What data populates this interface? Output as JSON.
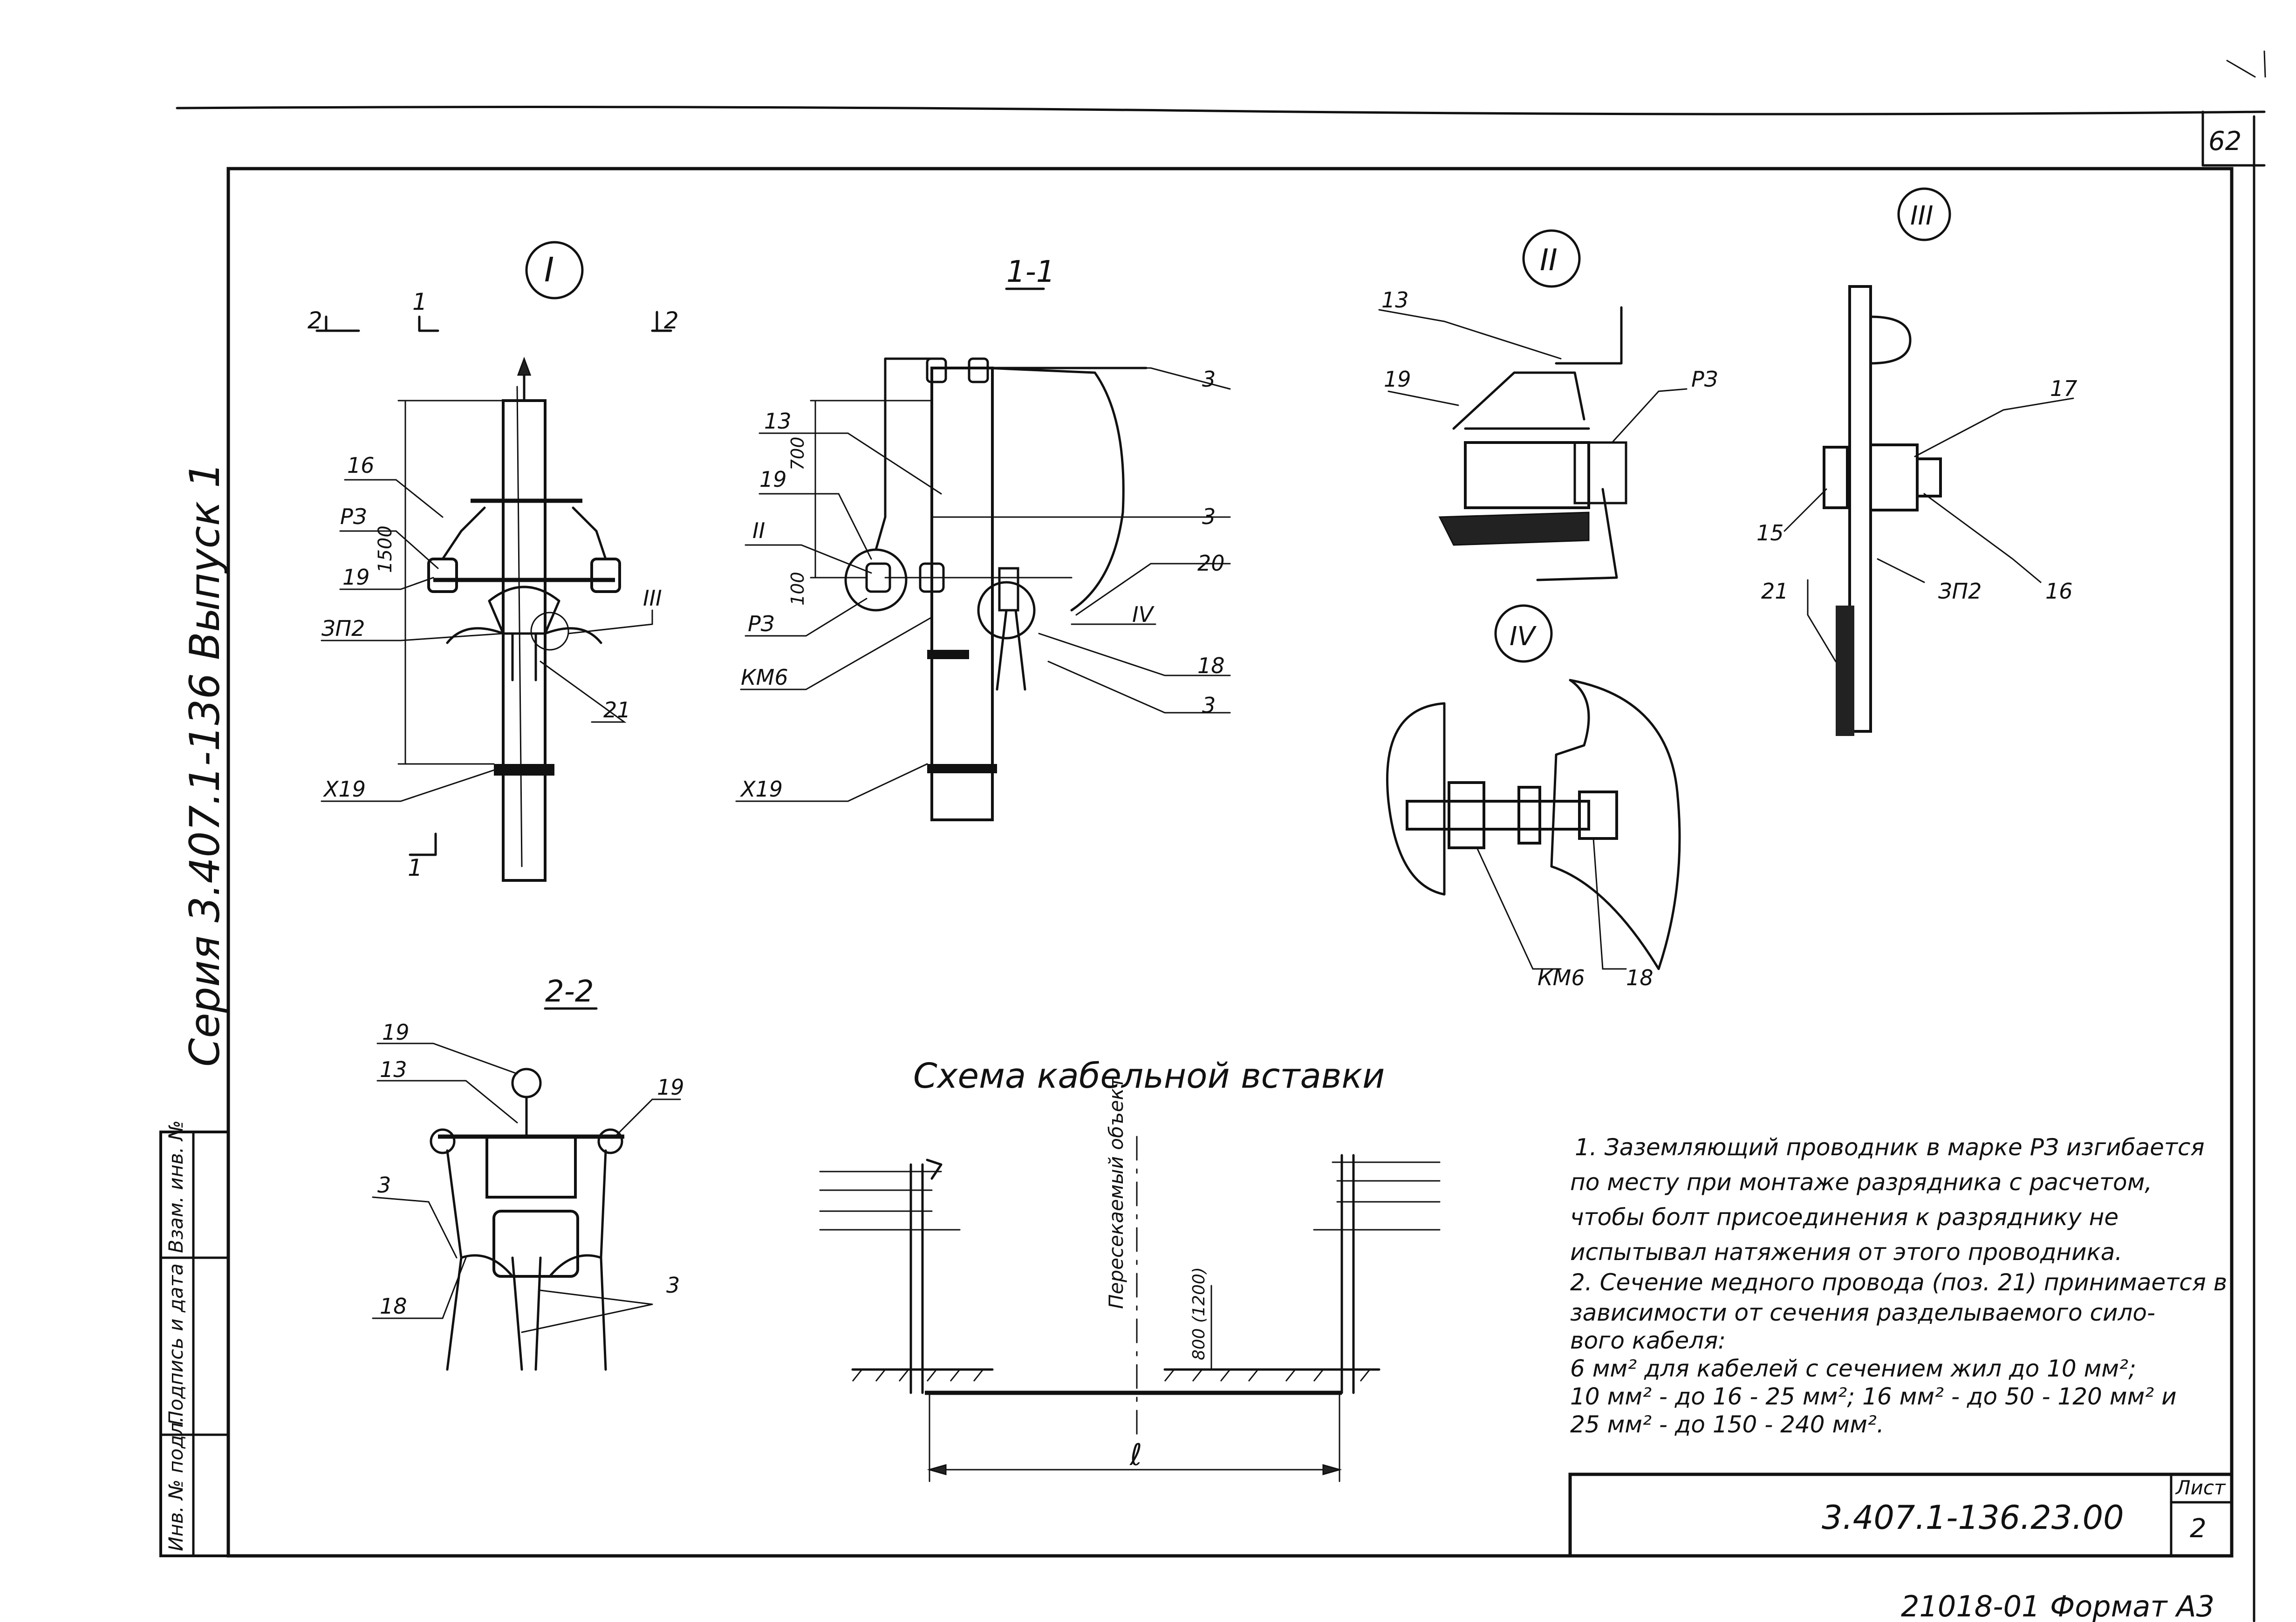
{
  "sheet": {
    "page_number": "62",
    "series_text": "Серия 3.407.1-136 Выпуск 1",
    "document_code": "3.407.1-136.23.00",
    "sheet_label": "Лист",
    "sheet_number": "2",
    "footer_code": "21018-01",
    "footer_format": "Формат А3"
  },
  "side_stamp": {
    "inv_no": "Инв. № подл.",
    "signature_date": "Подпись и дата",
    "replaces_inv": "Взам. инв. №"
  },
  "views": {
    "view_I": "I",
    "view_II": "II",
    "view_III": "III",
    "view_IV": "IV",
    "section_1_1": "1-1",
    "section_2_2": "2-2",
    "cut_1": "1",
    "cut_2": "2"
  },
  "dimensions": {
    "d1500": "1500",
    "d700": "700",
    "d100": "100",
    "d800": "800 (1200)",
    "len_l": "ℓ"
  },
  "callouts": {
    "p3": "3",
    "p13": "13",
    "p15": "15",
    "p16": "16",
    "p17": "17",
    "p18": "18",
    "p19": "19",
    "p20": "20",
    "p21": "21",
    "rz": "РЗ",
    "zp2": "ЗП2",
    "km6": "КМ6",
    "x19": "Х19",
    "iii": "III",
    "iv": "IV"
  },
  "scheme": {
    "title": "Схема кабельной вставки",
    "crossed_object": "Пересекаемый объект"
  },
  "notes": [
    "1. Заземляющий проводник в марке РЗ изгибается",
    "по месту при монтаже разрядника с расчетом,",
    "чтобы болт присоединения к разряднику не",
    "испытывал натяжения от этого проводника.",
    "2. Сечение медного провода (поз. 21) принимается в",
    "зависимости от сечения разделываемого сило-",
    "вого кабеля:",
    "6 мм² для кабелей с сечением жил до 10 мм²;",
    "10 мм² - до 16 - 25 мм²;  16 мм² - до 50 - 120 мм² и",
    "25 мм² - до  150 - 240 мм²."
  ]
}
